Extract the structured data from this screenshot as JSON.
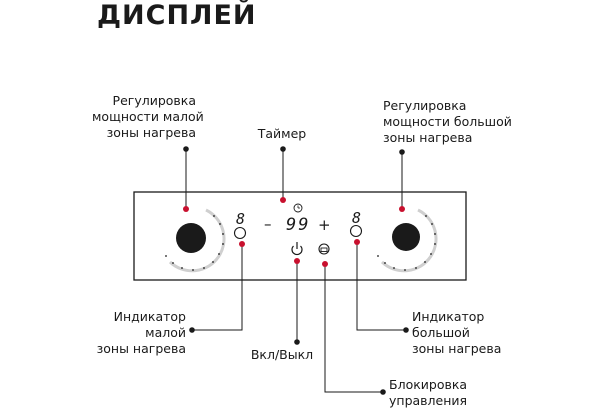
{
  "title": "ДИСПЛЕЙ",
  "labels": {
    "small_zone_power": [
      "Регулировка",
      "мощности малой",
      "зоны нагрева"
    ],
    "timer": "Таймер",
    "large_zone_power": [
      "Регулировка",
      "мощности большой",
      "зоны нагрева"
    ],
    "small_zone_indicator": [
      "Индикатор",
      "малой",
      "зоны нагрева"
    ],
    "on_off": "Вкл/Выкл",
    "large_zone_indicator": [
      "Индикатор",
      "большой",
      "зоны нагрева"
    ],
    "lock": [
      "Блокировка",
      "управления"
    ]
  },
  "panel": {
    "small_zone_digit": "8",
    "large_zone_digit": "8",
    "timer_digits": "99",
    "minus": "–",
    "plus": "+"
  },
  "colors": {
    "accent": "#c8102e",
    "line": "#1a1a1a",
    "knob": "#1a1a1a",
    "dial": "#cfcfcf"
  },
  "icons": [
    "clock-icon",
    "power-icon",
    "lock-icon",
    "power-zone-icon"
  ]
}
